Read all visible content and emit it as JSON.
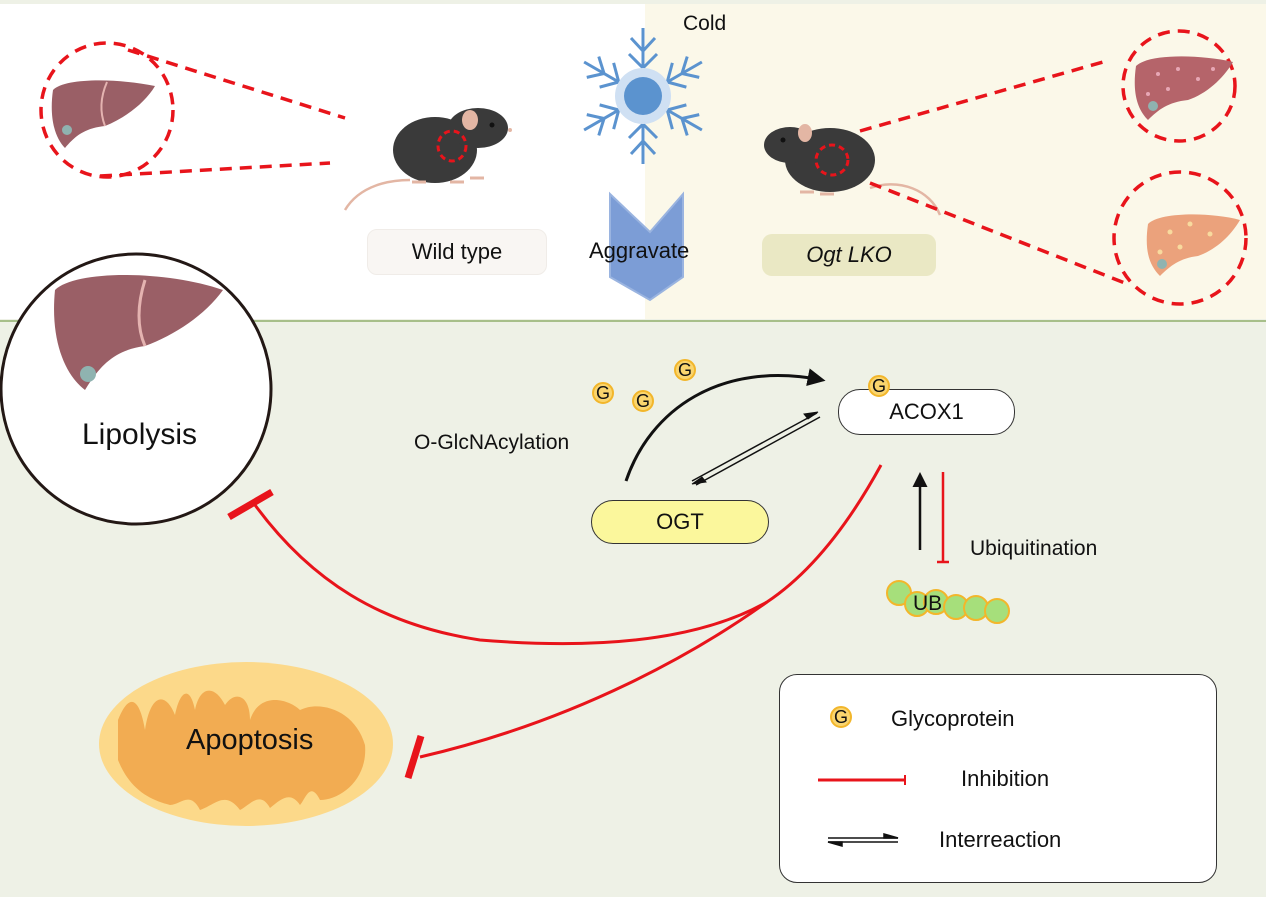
{
  "top": {
    "condition_label": "Cold",
    "effect_label": "Aggravate",
    "wild_type_label": "Wild type",
    "knockout_label": "Ogt LKO"
  },
  "pathway": {
    "lipolysis_label": "Lipolysis",
    "apoptosis_label": "Apoptosis",
    "modification_label": "O-GlcNAcylation",
    "enzyme_label": "OGT",
    "target_label": "ACOX1",
    "ubiquitination_label": "Ubiquitination",
    "ub_label": "UB",
    "glyco_symbol": "G"
  },
  "legend": {
    "items": [
      {
        "symbol": "G",
        "label": "Glycoprotein",
        "type": "glycoprotein"
      },
      {
        "label": "Inhibition",
        "type": "inhibition"
      },
      {
        "label": "Interreaction",
        "type": "interreaction"
      }
    ]
  },
  "colors": {
    "inhibition": "#e8141b",
    "glyco_fill": "#fad56e",
    "glyco_border": "#f2b62b",
    "ogt_fill": "#fbf79c",
    "ub_fill": "#a6df7b",
    "snowflake": "#5b93cf",
    "liver": "#9a5f66",
    "mitochondria_outer": "#fcd98a",
    "mitochondria_inner": "#f2ac52"
  }
}
